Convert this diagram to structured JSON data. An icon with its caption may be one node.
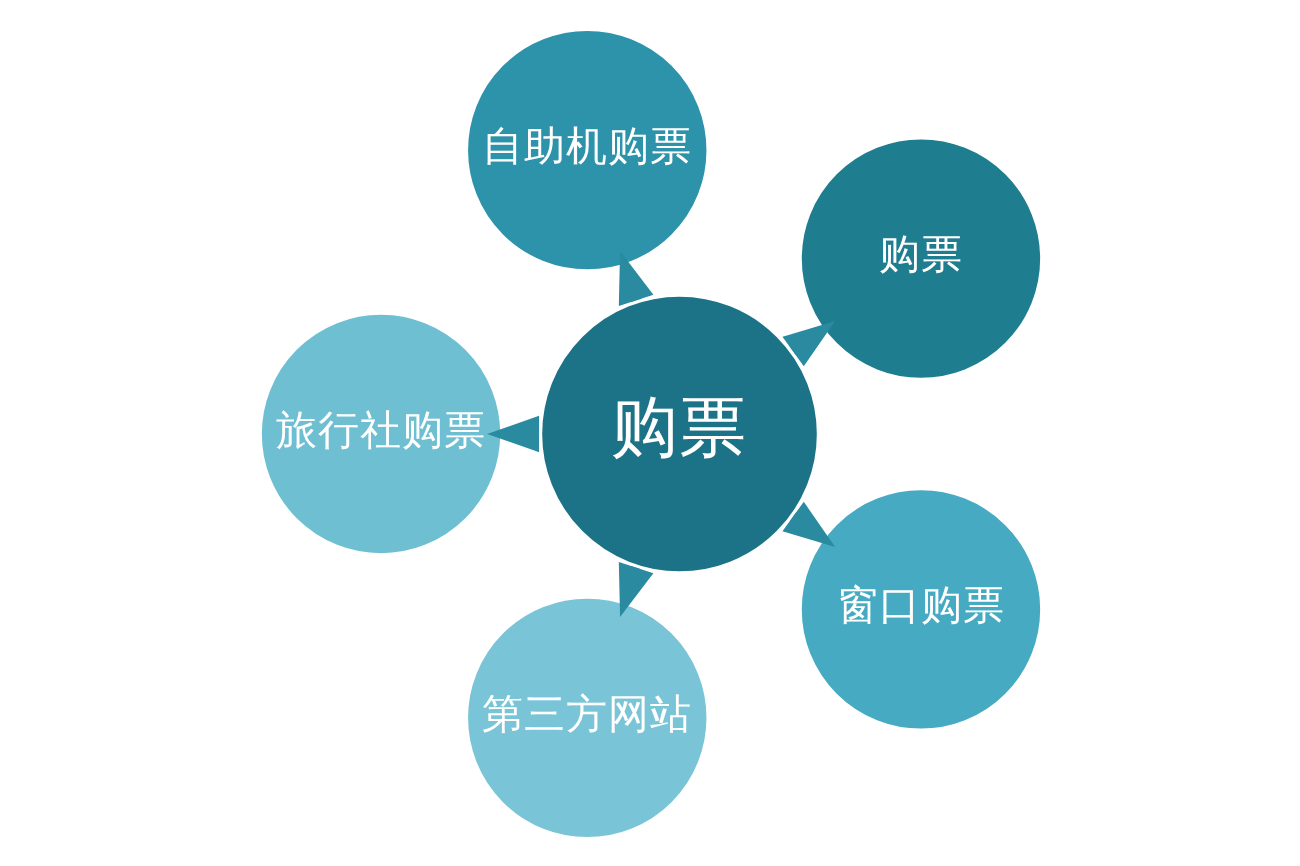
{
  "diagram": {
    "nodes": [
      {
        "text": [
          "购票"
        ]
      },
      {
        "text": [
          "购票"
        ]
      },
      {
        "text": [
          "自助机购票"
        ]
      },
      {
        "text": [
          "旅行社购票"
        ]
      },
      {
        "text": [
          "第三方网站"
        ]
      },
      {
        "text": [
          "窗口购票"
        ]
      }
    ],
    "edges": [
      {
        "from": 0,
        "to": 1,
        "arrow": "to"
      },
      {
        "from": 0,
        "to": 2,
        "arrow": "to"
      },
      {
        "from": 0,
        "to": 3,
        "arrow": "to"
      },
      {
        "from": 0,
        "to": 4,
        "arrow": "to"
      },
      {
        "from": 0,
        "to": 5,
        "arrow": "to"
      }
    ]
  }
}
